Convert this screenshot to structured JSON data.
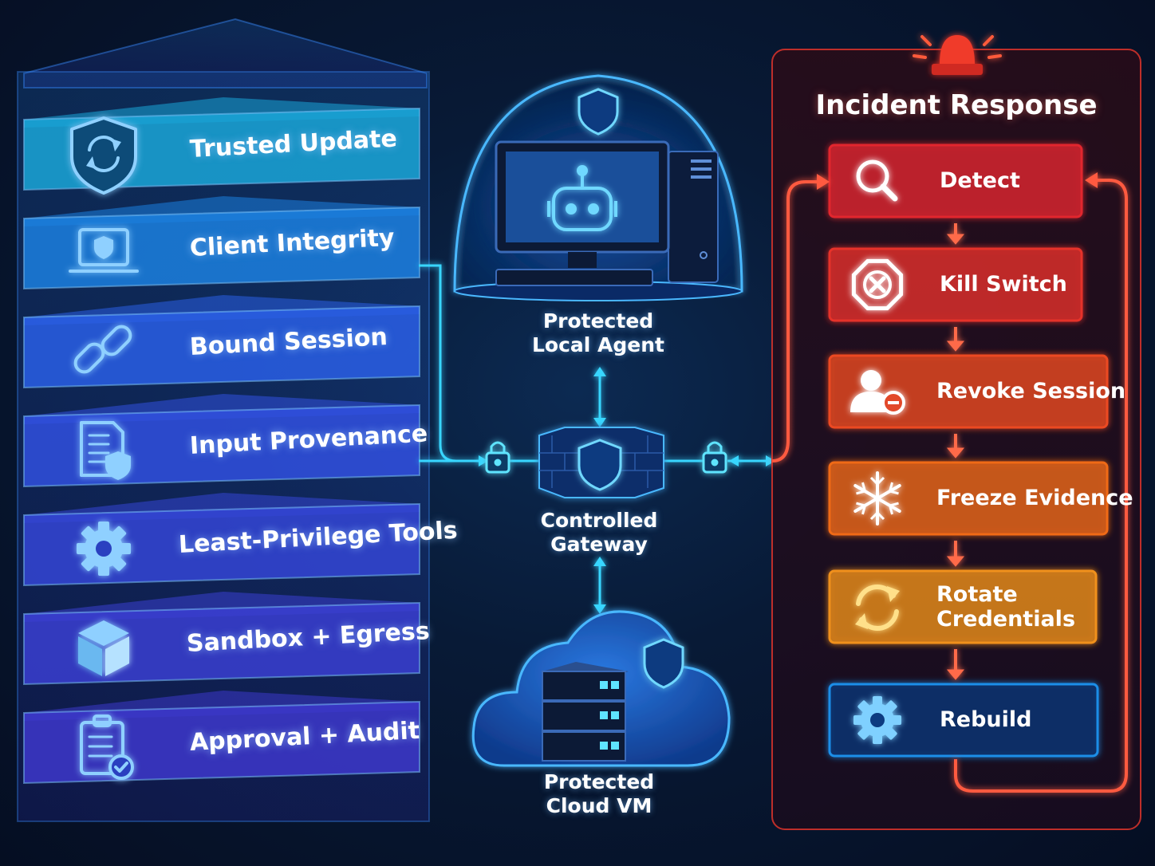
{
  "layers": [
    {
      "label": "Trusted Update",
      "icon": "refresh-shield-icon",
      "color": "#1aa6d8"
    },
    {
      "label": "Client Integrity",
      "icon": "laptop-shield-icon",
      "color": "#1c80e0"
    },
    {
      "label": "Bound Session",
      "icon": "chain-link-icon",
      "color": "#2a5fe6"
    },
    {
      "label": "Input Provenance",
      "icon": "document-shield-icon",
      "color": "#3150e0"
    },
    {
      "label": "Least-Privilege Tools",
      "icon": "gear-icon",
      "color": "#3446d6"
    },
    {
      "label": "Sandbox + Egress",
      "icon": "cube-icon",
      "color": "#3a3fd2"
    },
    {
      "label": "Approval + Audit",
      "icon": "clipboard-check-icon",
      "color": "#3d38cc"
    }
  ],
  "center": {
    "local_agent": {
      "line1": "Protected",
      "line2": "Local Agent",
      "icon": "robot-computer-icon"
    },
    "gateway": {
      "line1": "Controlled",
      "line2": "Gateway",
      "icon": "firewall-shield-icon"
    },
    "cloud_vm": {
      "line1": "Protected",
      "line2": "Cloud VM",
      "icon": "cloud-server-icon"
    }
  },
  "incident": {
    "title": "Incident Response",
    "alarm_icon": "siren-icon",
    "steps": [
      {
        "label": "Detect",
        "icon": "magnifier-icon",
        "color": "#e2262e"
      },
      {
        "label": "Kill Switch",
        "icon": "stop-octagon-icon",
        "color": "#e6322a"
      },
      {
        "label": "Revoke Session",
        "icon": "user-remove-icon",
        "color": "#ec4a22"
      },
      {
        "label": "Freeze Evidence",
        "icon": "snowflake-icon",
        "color": "#f06a18"
      },
      {
        "label": "Rotate Credentials",
        "icon": "rotate-arrows-icon",
        "color": "#f0901a"
      },
      {
        "label": "Rebuild",
        "icon": "gear-icon",
        "color": "#1a8ee8"
      }
    ]
  }
}
